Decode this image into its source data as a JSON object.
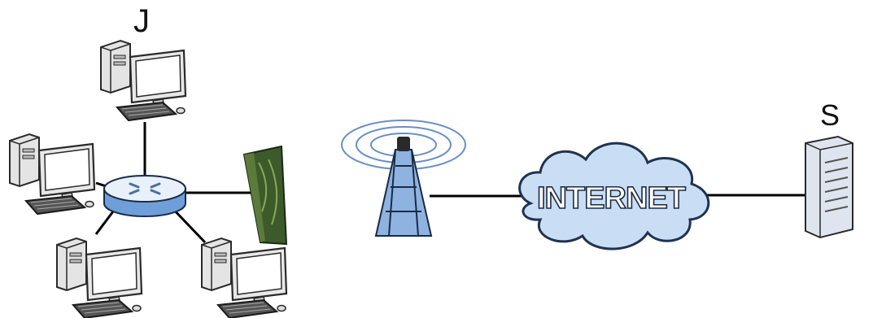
{
  "labels": {
    "top_computer": "J",
    "server": "S",
    "cloud": "INTERNET"
  },
  "colors": {
    "line": "#000000",
    "monitor_bezel": "#e8e8e8",
    "screen": "#ffffff",
    "outline": "#2a2a2a",
    "hub_blue": "#6f9fd8",
    "hub_top": "#e8f0fa",
    "device_green": "#3c5a2a",
    "cloud_fill": "#c9def4",
    "cloud_stroke": "#1f3350",
    "tower_blue": "#8fb3e0",
    "signal_ring": "#6a8fc4",
    "server_body": "#dfe5ee"
  },
  "icons": {
    "computers": "desktop-computer-icon",
    "hub": "network-switch-icon",
    "gateway": "wireless-gateway-icon",
    "tower": "antenna-tower-icon",
    "cloud": "internet-cloud-icon",
    "server": "server-tower-icon"
  }
}
